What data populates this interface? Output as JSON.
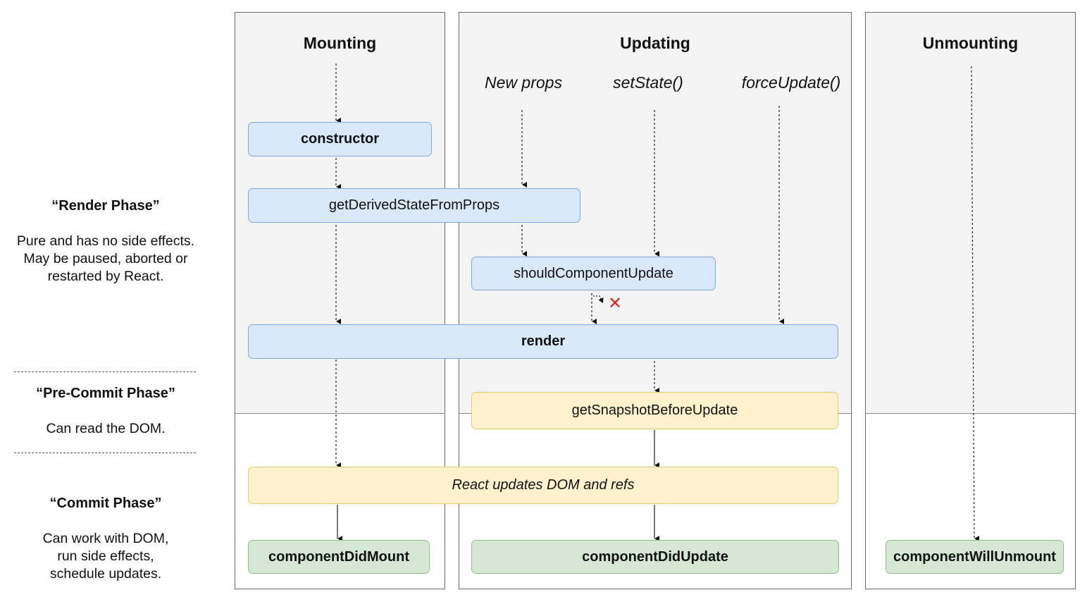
{
  "columns": {
    "mounting": "Mounting",
    "updating": "Updating",
    "unmounting": "Unmounting"
  },
  "triggers": {
    "new_props": "New props",
    "set_state": "setState()",
    "force_update": "forceUpdate()"
  },
  "methods": {
    "constructor": "constructor",
    "get_derived_state_from_props": "getDerivedStateFromProps",
    "should_component_update": "shouldComponentUpdate",
    "render": "render",
    "get_snapshot_before_update": "getSnapshotBeforeUpdate",
    "react_updates_dom": "React updates DOM and refs",
    "component_did_mount": "componentDidMount",
    "component_did_update": "componentDidUpdate",
    "component_will_unmount": "componentWillUnmount"
  },
  "phases": {
    "render": {
      "title": "“Render Phase”",
      "desc": [
        "Pure and has no side effects.",
        "May be paused, aborted or",
        "restarted by React."
      ]
    },
    "pre_commit": {
      "title": "“Pre-Commit Phase”",
      "desc": [
        "Can read the DOM."
      ]
    },
    "commit": {
      "title": "“Commit Phase”",
      "desc": [
        "Can work with DOM,",
        "run side effects,",
        "schedule updates."
      ]
    }
  },
  "colors": {
    "render_box_fill": "#dae8fc",
    "render_box_border": "#7ea6e0",
    "precommit_box_fill": "#fff2cc",
    "commit_box_fill": "#d5e8d4",
    "cancel_mark": "#e0261b"
  },
  "icons": {
    "cancel": "cross-icon"
  }
}
